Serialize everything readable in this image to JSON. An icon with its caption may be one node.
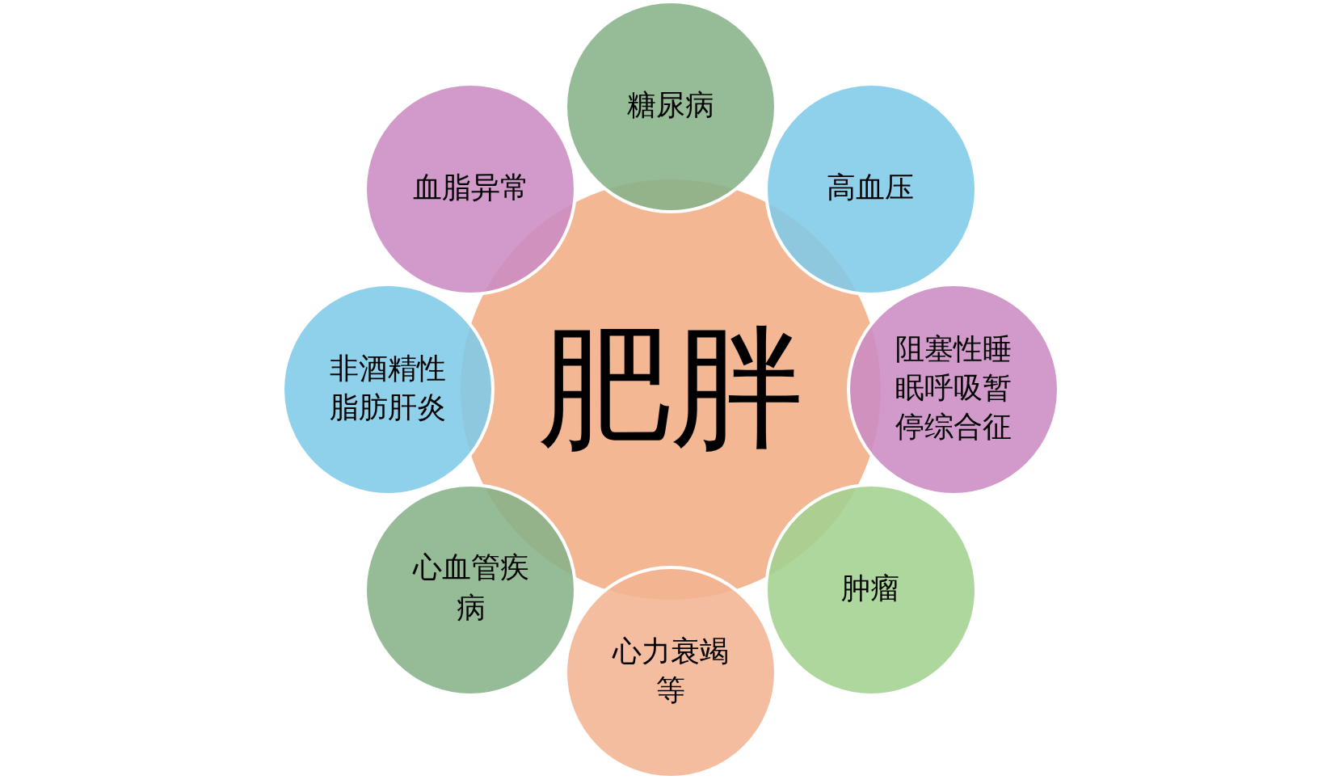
{
  "diagram": {
    "nodes": [
      {
        "text": [
          "肥胖"
        ]
      },
      {
        "text": [
          "糖尿病"
        ]
      },
      {
        "text": [
          "高血压"
        ]
      },
      {
        "text": [
          "阻塞性睡眠呼吸暂停综合征"
        ]
      },
      {
        "text": [
          "肿瘤"
        ]
      },
      {
        "text": [
          "心力衰竭等"
        ]
      },
      {
        "text": [
          "心血管疾病"
        ]
      },
      {
        "text": [
          "非酒精性脂肪肝炎"
        ]
      },
      {
        "text": [
          "血脂异常"
        ]
      }
    ]
  }
}
